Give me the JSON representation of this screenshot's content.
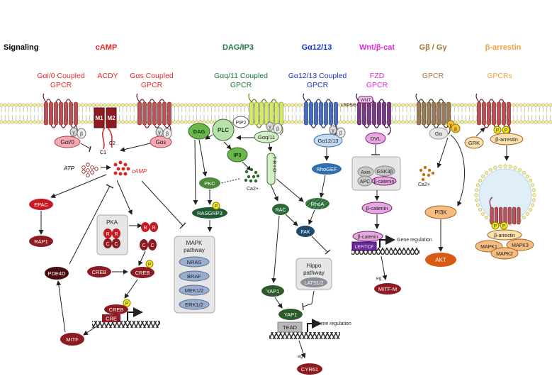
{
  "header": {
    "signaling": "Signaling",
    "camp": "cAMP",
    "dag_ip3": "DAG/IP3",
    "g1213": "Gα12/13",
    "wnt": "Wnt/β-cat",
    "gbg": "Gβ / Gγ",
    "barrestin": "β-arrestin"
  },
  "receptors": {
    "gai": [
      "Gαi/0 Coupled",
      "GPCR"
    ],
    "acdy": "ACDY",
    "gas": [
      "Gαs Coupled",
      "GPCR"
    ],
    "gaq": [
      "Gαq/11 Coupled",
      "GPCR"
    ],
    "g1213": [
      "Gα12/13 Coupled",
      "GPCR"
    ],
    "fzd": [
      "FZD",
      "GPCR"
    ],
    "gpcr": "GPCR",
    "gpcrs": "GPCRs"
  },
  "nodes": {
    "m1": "M1",
    "m2": "M2",
    "c1": "C1",
    "c2": "C2",
    "gai0": "Gαi/0",
    "gas": "Gαs",
    "gamma": "γ",
    "beta": "β",
    "atp": "ATP",
    "camp": "cAMP",
    "epac": "EPAC",
    "rap1": "RAP1",
    "pka": "PKA",
    "r": "R",
    "c": "C",
    "creb": "CREB",
    "p": "P",
    "cre": "CRE",
    "pde4d": "PDE4D",
    "mitf": "MITF",
    "dag": "DAG",
    "plc": "PLC",
    "pip2": "PIP2",
    "ip3": "IP3",
    "pkc": "PKC",
    "ca2": "Ca2+",
    "rasgrp3": "RASGRP3",
    "gaq11": "Gαq/11",
    "trio": "T R I O",
    "mapk_pathway": [
      "MAPK",
      "pathway"
    ],
    "mapk_items": [
      "NRAS",
      "BRAF",
      "MEK1/2",
      "ERK1/2"
    ],
    "rac": "RAC",
    "ga1213": "Gα12/13",
    "rhogef": "RhoGEF",
    "rhoa": "RhoA",
    "fak": "FAK",
    "hippo": [
      "Hippo",
      "pathway"
    ],
    "lats": "LATS1/2",
    "yap1": "YAP1",
    "tead": "TEAD",
    "eg": "eg",
    "cyr61": "CYR61",
    "gene_regulation": "Gene regulation",
    "lrp56": "LRP5/6",
    "wnt": "WNT",
    "dvl": "DVL",
    "axin": "Axin",
    "gsk3b": "GSK3β",
    "apc": "APC",
    "bcatenin": "β-catenin",
    "leftcf": "LEF/TCF",
    "mitfm": "MITF-M",
    "ga": "Gα",
    "pi3k": "PI3K",
    "akt": "AKT",
    "grk": "GRK",
    "barrestin": "β-arrestin",
    "mapk1": "MAPK1",
    "mapk2": "MAPK2",
    "mapk3": "MAPK3"
  },
  "colors": {
    "camp": "#e8262a",
    "dag": "#1f7a3b",
    "g1213": "#1a35c8",
    "wnt": "#e62be0",
    "gbg": "#a8763c",
    "barrestin": "#f2a23a",
    "receptor": "#a8414a",
    "dark_red": "#7a1419",
    "green": "#4f8a3a",
    "gray": "#8a8f99"
  }
}
